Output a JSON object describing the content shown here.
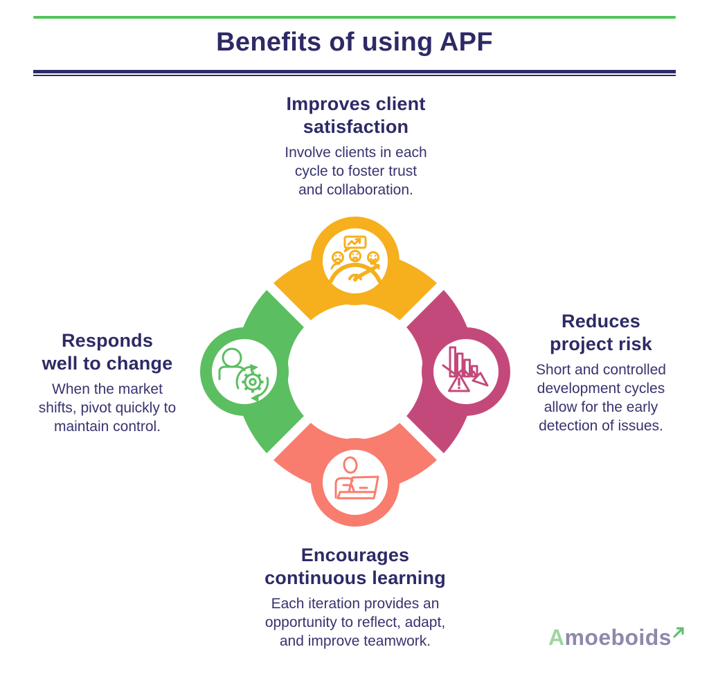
{
  "header": {
    "title": "Benefits of using APF"
  },
  "benefits": [
    {
      "position": "top",
      "title": "Improves client\nsatisfaction",
      "description": "Involve clients in each\ncycle to foster trust\nand collaboration.",
      "color": "#F6AF1D",
      "icon": "customer-satisfaction-gauge-icon"
    },
    {
      "position": "right",
      "title": "Reduces\nproject risk",
      "description": "Short and controlled\ndevelopment cycles\nallow for the early\ndetection of issues.",
      "color": "#C4497B",
      "icon": "falling-chart-risk-icon"
    },
    {
      "position": "bottom",
      "title": "Encourages\ncontinuous learning",
      "description": "Each iteration provides an\nopportunity to reflect, adapt,\nand improve teamwork.",
      "color": "#F87D6E",
      "icon": "person-laptop-icon"
    },
    {
      "position": "left",
      "title": "Responds\nwell to change",
      "description": "When the market\nshifts, pivot quickly to\nmaintain control.",
      "color": "#5BBE60",
      "icon": "person-gear-sync-icon"
    }
  ],
  "footer": {
    "logo": {
      "first_letter": "A",
      "rest": "moeboids",
      "first_letter_color": "#9ED69E",
      "text_color": "#8D89AC",
      "arrow_color": "#5FC36A"
    }
  },
  "styles": {
    "title_color": "#2D2A66",
    "heading_color": "#2D2A66",
    "body_color": "#37336E",
    "top_line_color": "#54C45A",
    "rule_color": "#2D2A66",
    "background": "#FFFFFF"
  }
}
